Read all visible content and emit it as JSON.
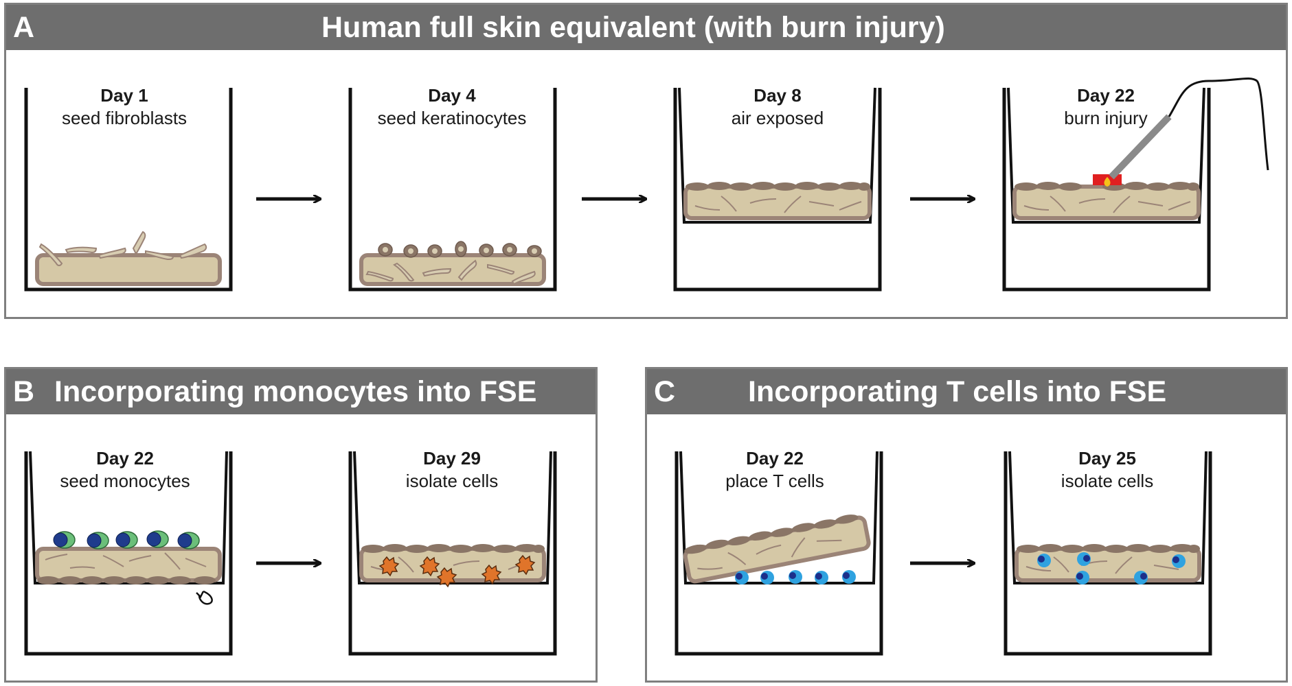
{
  "panels": {
    "a": {
      "letter": "A",
      "title": "Human full skin equivalent (with burn injury)",
      "stages": [
        {
          "day": "Day 1",
          "desc": "seed fibroblasts"
        },
        {
          "day": "Day 4",
          "desc": "seed keratinocytes"
        },
        {
          "day": "Day 8",
          "desc": "air exposed"
        },
        {
          "day": "Day 22",
          "desc": "burn injury"
        }
      ]
    },
    "b": {
      "letter": "B",
      "title": "Incorporating monocytes into FSE",
      "stages": [
        {
          "day": "Day 22",
          "desc": "seed monocytes"
        },
        {
          "day": "Day 29",
          "desc": "isolate cells"
        }
      ]
    },
    "c": {
      "letter": "C",
      "title": "Incorporating T cells into FSE",
      "stages": [
        {
          "day": "Day 22",
          "desc": "place T cells"
        },
        {
          "day": "Day 25",
          "desc": "isolate cells"
        }
      ]
    }
  },
  "colors": {
    "header_bg": "#6e6e6e",
    "panel_border": "#7f7f7f",
    "dermis_fill": "#d5c8a6",
    "dermis_border": "#9b8477",
    "keratinocyte": "#8a7566",
    "monocyte_outer": "#6bbf7a",
    "monocyte_nucleus": "#1f3c8c",
    "macrophage": "#e0742a",
    "tcell_outer": "#2fa2e0",
    "tcell_nucleus": "#1c2f8a",
    "burn_red": "#e02020",
    "flame": "#f5c21a"
  }
}
